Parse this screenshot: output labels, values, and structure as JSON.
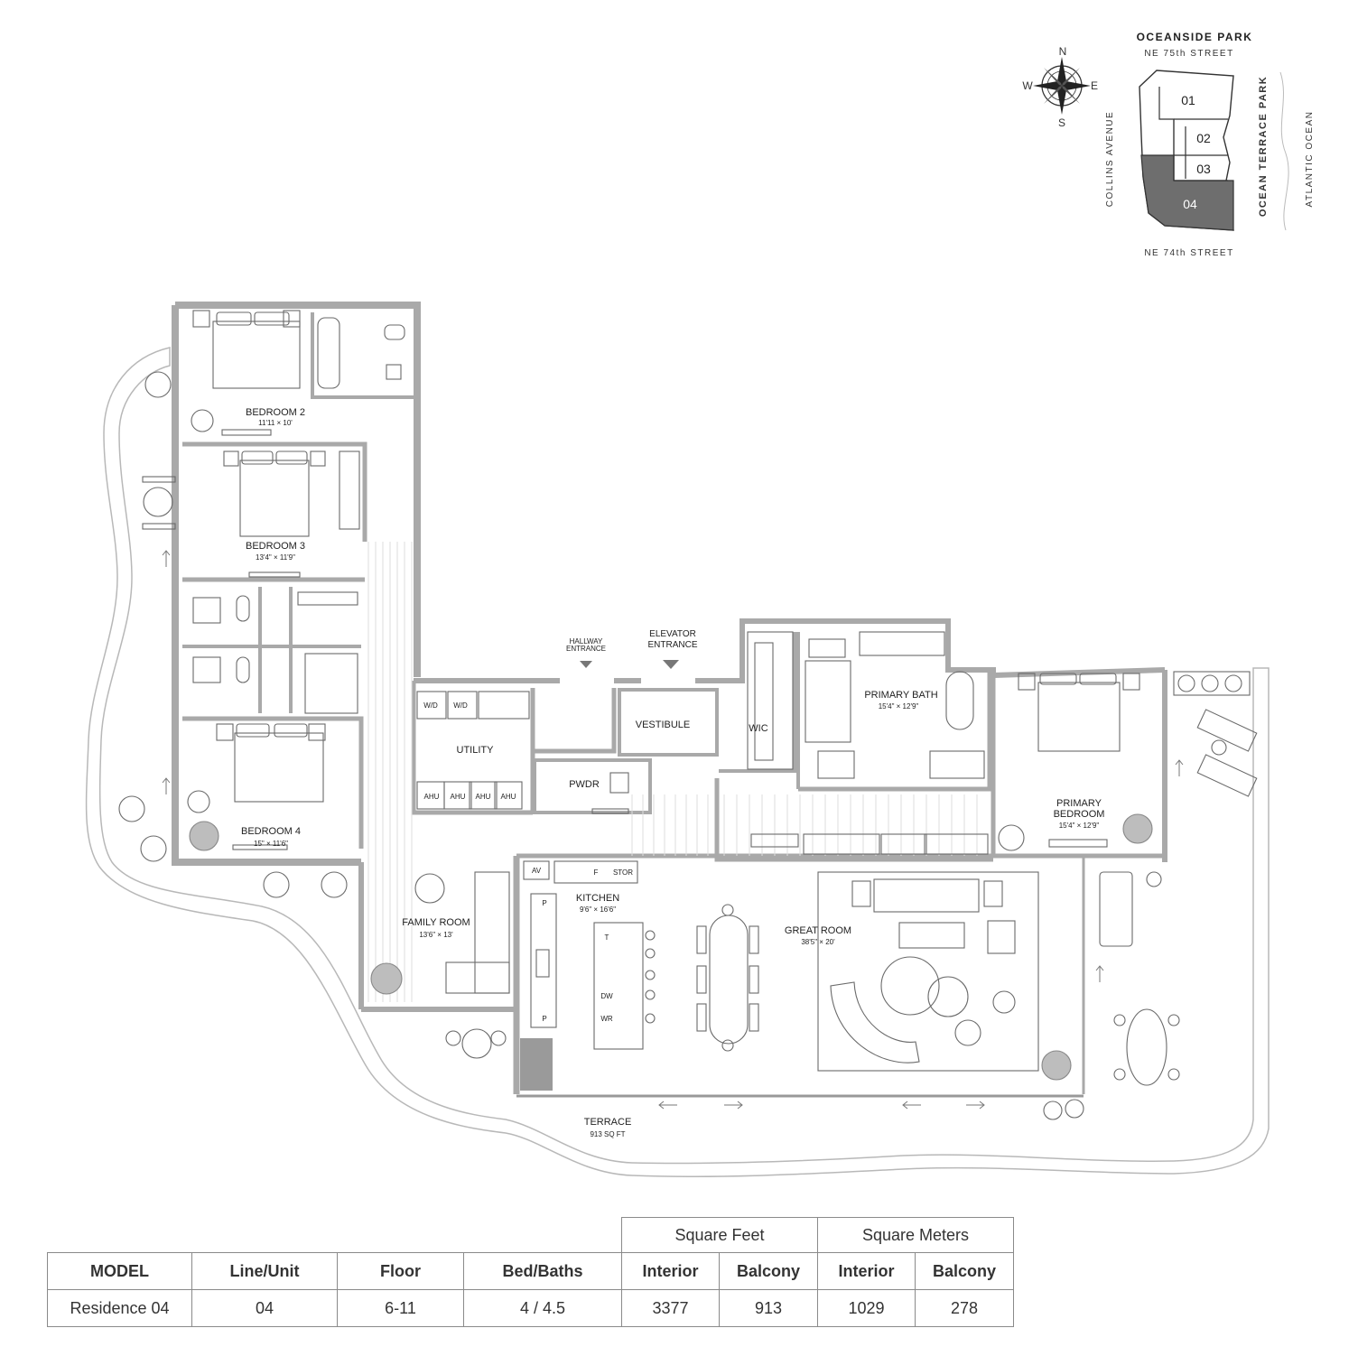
{
  "key_plan": {
    "title": "OCEANSIDE PARK",
    "street_north": "NE 75th STREET",
    "street_south": "NE 74th STREET",
    "street_west": "COLLINS AVENUE",
    "street_east": "OCEAN TERRACE PARK",
    "ocean": "ATLANTIC OCEAN",
    "units": [
      "01",
      "02",
      "03",
      "04"
    ],
    "highlighted_unit": "04",
    "highlight_color": "#6e6e6e",
    "compass": {
      "n": "N",
      "s": "S",
      "e": "E",
      "w": "W"
    }
  },
  "rooms": {
    "bedroom2": {
      "name": "BEDROOM 2",
      "dim": "11'11 × 10'"
    },
    "bedroom3": {
      "name": "BEDROOM 3",
      "dim": "13'4\" × 11'9\""
    },
    "bedroom4": {
      "name": "BEDROOM 4",
      "dim": "15\" × 11'6\""
    },
    "utility": {
      "name": "UTILITY"
    },
    "pwdr": {
      "name": "PWDR"
    },
    "vestibule": {
      "name": "VESTIBULE"
    },
    "wic": {
      "name": "WIC"
    },
    "primary_bath": {
      "name": "PRIMARY BATH",
      "dim": "15'4\" × 12'9\""
    },
    "primary_bedroom": {
      "name_line1": "PRIMARY",
      "name_line2": "BEDROOM",
      "dim": "15'4\" × 12'9\""
    },
    "family_room": {
      "name": "FAMILY ROOM",
      "dim": "13'6\" × 13'"
    },
    "kitchen": {
      "name": "KITCHEN",
      "dim": "9'6\" × 16'6\""
    },
    "great_room": {
      "name": "GREAT ROOM",
      "dim": "38'5\" × 20'"
    },
    "terrace": {
      "name": "TERRACE",
      "area": "913 SQ FT"
    }
  },
  "entrances": {
    "hallway": {
      "line1": "HALLWAY",
      "line2": "ENTRANCE"
    },
    "elevator": {
      "line1": "ELEVATOR",
      "line2": "ENTRANCE"
    }
  },
  "fixtures": {
    "wd": "W/D",
    "ahu": "AHU",
    "av": "AV",
    "f": "F",
    "stor": "STOR",
    "p": "P",
    "t": "T",
    "dw": "DW",
    "wr": "WR"
  },
  "specs": {
    "group_sqft": "Square Feet",
    "group_sqm": "Square Meters",
    "headers": [
      "MODEL",
      "Line/Unit",
      "Floor",
      "Bed/Baths",
      "Interior",
      "Balcony",
      "Interior",
      "Balcony"
    ],
    "values": [
      "Residence 04",
      "04",
      "6-11",
      "4 / 4.5",
      "3377",
      "913",
      "1029",
      "278"
    ]
  }
}
